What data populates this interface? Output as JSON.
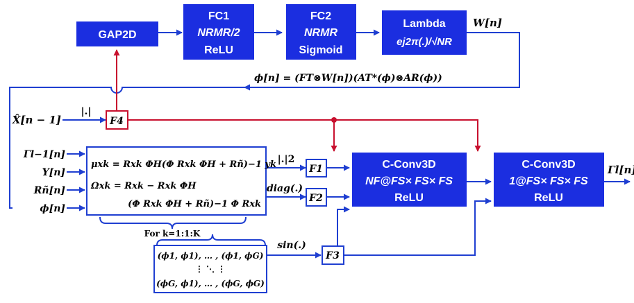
{
  "colors": {
    "block_fill": "#1b2ee0",
    "wire_blue": "#1f3fd1",
    "wire_red": "#c8102e",
    "text": "#000000"
  },
  "blocks": {
    "gap2d": {
      "title": "GAP2D"
    },
    "fc1": {
      "title": "FC1",
      "formula": "NRMR/2",
      "activation": "ReLU"
    },
    "fc2": {
      "title": "FC2",
      "formula": "NRMR",
      "activation": "Sigmoid"
    },
    "lambda": {
      "title": "Lambda",
      "formula": "ej2π(.)/√NR"
    },
    "cconv1": {
      "title": "C-Conv3D",
      "formula": "NF@FS× FS× FS",
      "activation": "ReLU"
    },
    "cconv2": {
      "title": "C-Conv3D",
      "formula": "1@FS× FS× FS",
      "activation": "ReLU"
    }
  },
  "outputs": {
    "w": "W[n]",
    "gamma": "Γl[n]"
  },
  "phi_equation": "ϕ[n] = (FT⊗W[n])(AT*(ϕ)⊗AR(ϕ))",
  "inputs": {
    "xhat": "X̂[n − 1]",
    "gamma_prev": "Γl−1[n]",
    "y": "Y[n]",
    "rn": "Rñ[n]",
    "phi": "ϕ[n]"
  },
  "operators": {
    "abs": "|.|",
    "abs_sq": "|.|2",
    "diag": "diag(.)",
    "sin": "sin(.)"
  },
  "f_blocks": {
    "f1": "F1",
    "f2": "F2",
    "f3": "F3",
    "f4": "F4"
  },
  "equations": {
    "mu": "μxk = Rxk ΦH(Φ Rxk ΦH + Rñ)−1 yk",
    "omega_1": "Ωxk = Rxk − Rxk ΦH",
    "omega_2": "(Φ Rxk ΦH + Rñ)−1 Φ Rxk"
  },
  "loop_label": "For k=1:1:K",
  "grid": {
    "row1": "(ϕ1, ϕ1), … , (ϕ1, ϕG)",
    "row2": "⋮        ⋱        ⋮",
    "row3": "(ϕG, ϕ1), … , (ϕG, ϕG)"
  }
}
